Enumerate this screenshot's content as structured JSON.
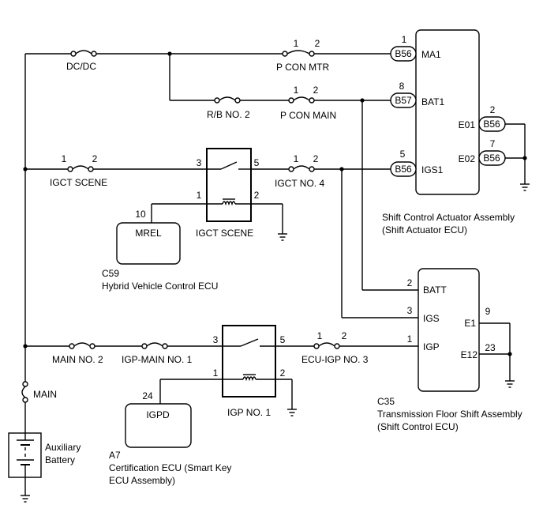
{
  "labels": {
    "dcdc": "DC/DC",
    "p_con_mtr": "P CON MTR",
    "rb_no2": "R/B NO. 2",
    "p_con_main": "P CON MAIN",
    "igct_scene_fuse": "IGCT SCENE",
    "igct_no4": "IGCT NO. 4",
    "igct_scene_relay": "IGCT SCENE",
    "main_no2": "MAIN NO. 2",
    "igp_main_no1": "IGP-MAIN NO. 1",
    "ecu_igp_no3": "ECU-IGP NO. 3",
    "igp_no1": "IGP NO. 1",
    "main": "MAIN",
    "battery_line1": "Auxiliary",
    "battery_line2": "Battery"
  },
  "pins": {
    "p_con_mtr_1": "1",
    "p_con_mtr_2": "2",
    "p_con_main_1": "1",
    "p_con_main_2": "2",
    "igct_scene_1": "1",
    "igct_scene_2": "2",
    "igct_no4_1": "1",
    "igct_no4_2": "2",
    "relay1_3": "3",
    "relay1_5": "5",
    "relay1_1": "1",
    "relay1_2": "2",
    "mrel_10": "10",
    "ecu_igp_1": "1",
    "ecu_igp_2": "2",
    "relay2_3": "3",
    "relay2_5": "5",
    "relay2_1": "1",
    "relay2_2": "2",
    "igpd_24": "24",
    "ma1_1": "1",
    "bat1_8": "8",
    "igs1_5": "5",
    "e01_2": "2",
    "e02_7": "7",
    "batt_2": "2",
    "igs_3": "3",
    "igp_1": "1",
    "e1_9": "9",
    "e12_23": "23"
  },
  "connectors": {
    "b56_ma1": "B56",
    "b57_bat1": "B57",
    "b56_igs1": "B56",
    "b56_e01": "B56",
    "b56_e02": "B56"
  },
  "actuator": {
    "ma1": "MA1",
    "bat1": "BAT1",
    "igs1": "IGS1",
    "e01": "E01",
    "e02": "E02",
    "title_line1": "Shift Control Actuator Assembly",
    "title_line2": "(Shift Actuator ECU)"
  },
  "hv_ecu": {
    "pin_label": "MREL",
    "code": "C59",
    "name": "Hybrid Vehicle Control ECU"
  },
  "shift_ecu": {
    "batt": "BATT",
    "igs": "IGS",
    "igp": "IGP",
    "e1": "E1",
    "e12": "E12",
    "code": "C35",
    "name_line1": "Transmission Floor Shift Assembly",
    "name_line2": "(Shift Control ECU)"
  },
  "cert_ecu": {
    "pin_label": "IGPD",
    "code": "A7",
    "name_line1": "Certification ECU (Smart Key",
    "name_line2": "ECU Assembly)"
  }
}
